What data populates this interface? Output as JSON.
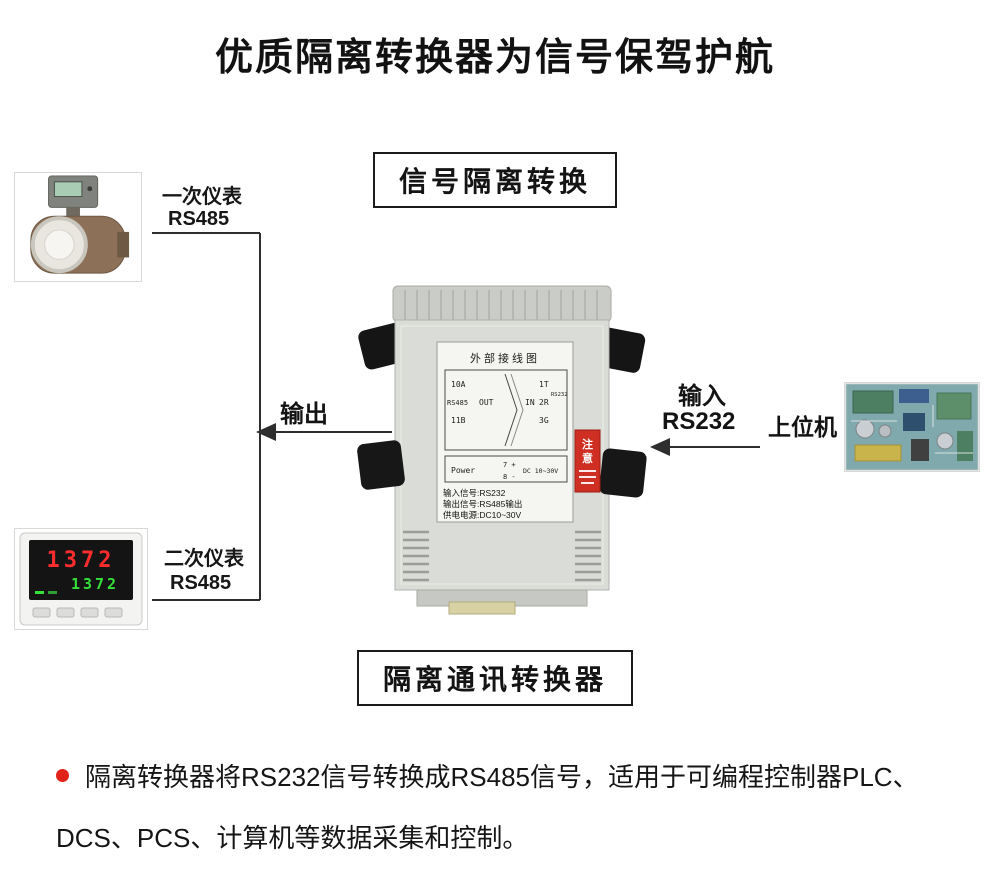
{
  "title": "优质隔离转换器为信号保驾护航",
  "boxes": {
    "top": "信号隔离转换",
    "bottom": "隔离通讯转换器"
  },
  "left": {
    "primary": {
      "name": "一次仪表",
      "bus": "RS485"
    },
    "secondary": {
      "name": "二次仪表",
      "bus": "RS485"
    }
  },
  "arrows": {
    "output": "输出",
    "input": "输入",
    "input_bus": "RS232"
  },
  "right": {
    "host": "上位机"
  },
  "module": {
    "diagram_title": "外部接线图",
    "out": {
      "t1": "10A",
      "bus": "RS485",
      "t2": "11B",
      "dir": "OUT"
    },
    "in": {
      "dir": "IN",
      "t1": "1T",
      "t2": "2R",
      "t3": "3G",
      "bus": "RS232"
    },
    "power": {
      "label": "Power",
      "plus": "7 +",
      "minus": "8 -",
      "range": "DC 10~30V"
    },
    "warning": [
      "注",
      "意"
    ],
    "specs": [
      "输入信号:RS232",
      "输出信号:RS485输出",
      "供电电源:DC10~30V"
    ]
  },
  "meter": {
    "pv": "1372",
    "sv": "1372"
  },
  "footer": {
    "lines": [
      "隔离转换器将RS232信号转换成RS485信号，适用于可编程控制器PLC、",
      "DCS、PCS、计算机等数据采集和控制。"
    ]
  },
  "colors": {
    "bullet": "#e2231a",
    "warning_sticker": "#cf2e22",
    "meter_pv": "#ff2d2d",
    "meter_sv": "#35e03a"
  }
}
